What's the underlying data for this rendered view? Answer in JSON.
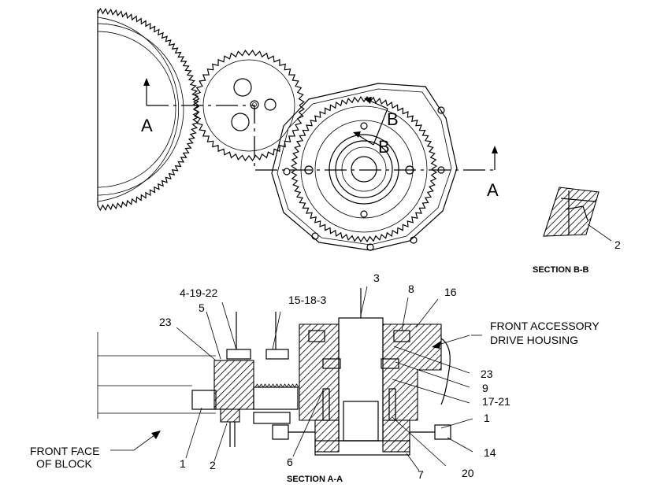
{
  "section_markers": {
    "a_left": "A",
    "a_right": "A",
    "b_upper": "B",
    "b_lower": "B"
  },
  "captions": {
    "section_bb": "SECTION B-B",
    "section_aa": "SECTION A-A"
  },
  "callouts": {
    "c4_19_22": "4-19-22",
    "c5": "5",
    "c23_top": "23",
    "c15_18_3": "15-18-3",
    "c3": "3",
    "c8": "8",
    "c16": "16",
    "c2_bb": "2",
    "c23_right": "23",
    "c9": "9",
    "c17_21": "17-21",
    "c1_right": "1",
    "c14": "14",
    "c20": "20",
    "c7": "7",
    "c6": "6",
    "c1_bottom": "1",
    "c2_bottom": "2"
  },
  "notes": {
    "front_accessory_1": "FRONT ACCESSORY",
    "front_accessory_2": "DRIVE HOUSING",
    "front_face_1": "FRONT FACE",
    "front_face_2": "OF BLOCK"
  }
}
